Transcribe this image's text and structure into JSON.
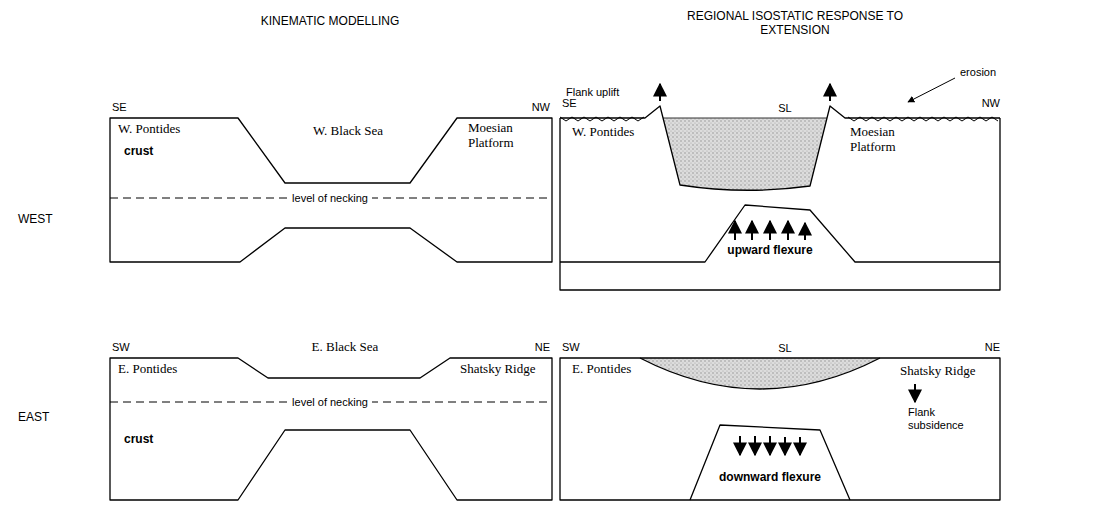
{
  "diagram": {
    "labels": [
      "KINEMATIC MODELLING",
      "REGIONAL ISOSTATIC RESPONSE TO EXTENSION",
      "WEST",
      "EAST",
      "SE",
      "NW",
      "W. Pontides",
      "W. Black Sea",
      "Moesian Platform",
      "crust",
      "level of necking",
      "Flank uplift",
      "erosion",
      "SE",
      "NW",
      "SL",
      "W. Pontides",
      "Moesian Platform",
      "upward flexure",
      "SW",
      "NE",
      "E. Pontides",
      "E. Black Sea",
      "Shatsky Ridge",
      "level of necking",
      "crust",
      "SW",
      "NE",
      "SL",
      "E. Pontides",
      "Shatsky Ridge",
      "Flank subsidence",
      "downward flexure"
    ]
  }
}
